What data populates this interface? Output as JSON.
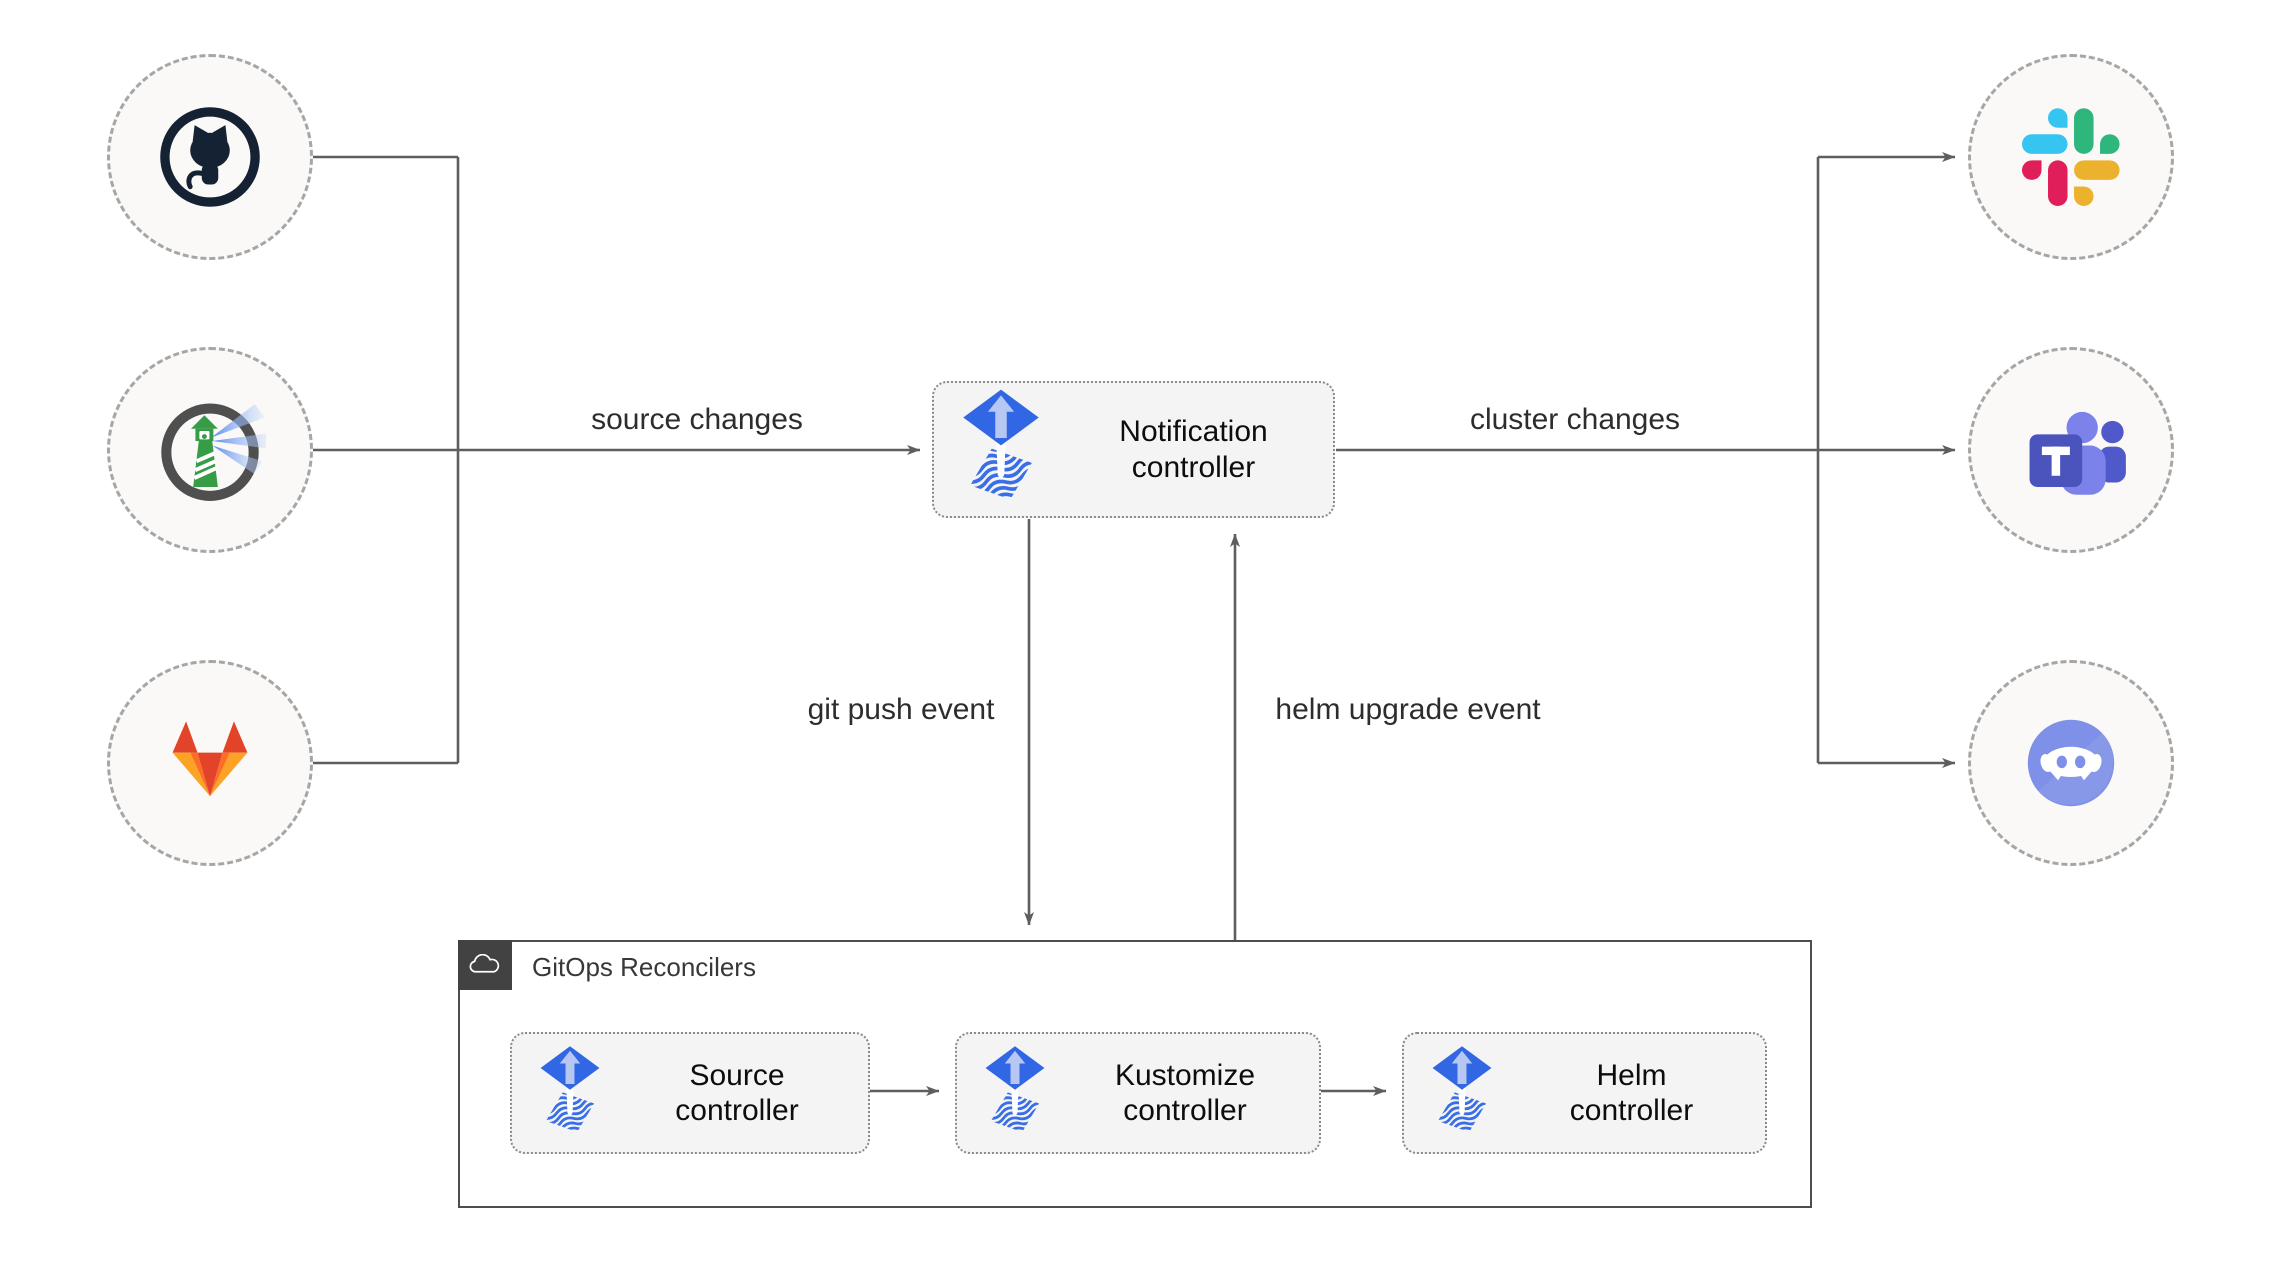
{
  "edge_labels": {
    "source_changes": "source changes",
    "cluster_changes": "cluster changes",
    "git_push_event": "git push event",
    "helm_upgrade_event": "helm upgrade event"
  },
  "nodes": {
    "notification_controller": {
      "label": "Notification\ncontroller",
      "icon": "flux-icon"
    },
    "source_controller": {
      "label": "Source\ncontroller",
      "icon": "flux-icon"
    },
    "kustomize_controller": {
      "label": "Kustomize\ncontroller",
      "icon": "flux-icon"
    },
    "helm_controller": {
      "label": "Helm\ncontroller",
      "icon": "flux-icon"
    }
  },
  "container": {
    "title": "GitOps Reconcilers",
    "icon": "cloud-icon"
  },
  "source_nodes": [
    {
      "name": "github",
      "icon": "github-icon"
    },
    {
      "name": "harbor",
      "icon": "harbor-icon"
    },
    {
      "name": "gitlab",
      "icon": "gitlab-icon"
    }
  ],
  "target_nodes": [
    {
      "name": "slack",
      "icon": "slack-icon"
    },
    {
      "name": "microsoft-teams",
      "icon": "microsoft-teams-icon"
    },
    {
      "name": "discord",
      "icon": "discord-icon"
    }
  ],
  "colors": {
    "edge_line": "#5e5e5e",
    "edge_label_text": "#2d2d2d",
    "node_circle_fill": "#faf9f7",
    "node_circle_border": "#a6a6a6",
    "controller_box_fill": "#f4f4f4",
    "controller_box_border": "#8a8a8a",
    "container_border": "#4d4d4d",
    "container_tab": "#424242",
    "flux_blue": "#3167e4",
    "flux_arrow_light": "#b7c7f3",
    "github_dark": "#152233",
    "harbor_green": "#379c46",
    "gitlab_red": "#e24329",
    "gitlab_orange": "#fc6d26",
    "gitlab_yellow": "#fca326",
    "slack_blue": "#36c5f0",
    "slack_green": "#2eb67d",
    "slack_yellow": "#ecb22e",
    "slack_pink": "#e01e5a",
    "teams_indigo": "#4b53bc",
    "teams_light_purple": "#7b83eb",
    "discord_blurple": "#7e90e8"
  }
}
